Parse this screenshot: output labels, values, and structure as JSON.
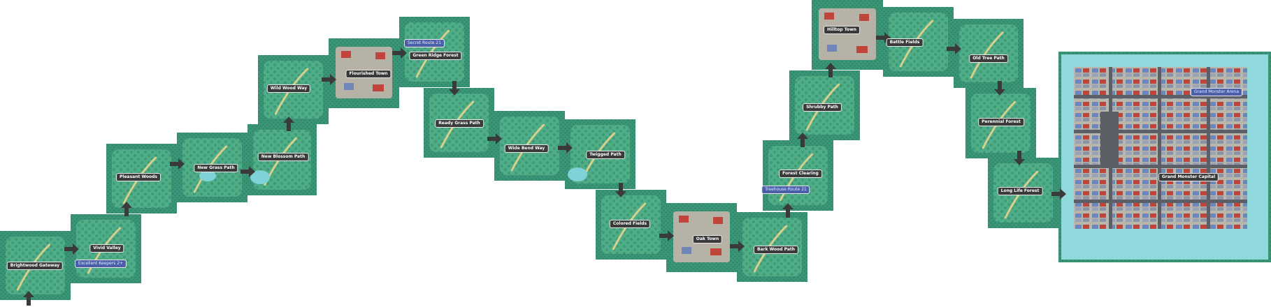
{
  "map": {
    "colors": {
      "grass": "#3d9e7d",
      "grass_dark": "#2a7d5f",
      "trees": "#2f8a6a",
      "canopy": "#56b38f",
      "path": "#d7cf8c",
      "water": "#7fd3d8",
      "sea": "#8fd8dc",
      "town_ground": "#b6b3a6",
      "road": "#5c5f66",
      "roof_red": "#c0443a",
      "roof_blue": "#6f86b8",
      "arrow": "#3a3a3a",
      "label_bg": "#3a3a3a",
      "sublabel_bg": "#4a5fa8"
    },
    "locations": [
      {
        "id": "brightwood-gateway",
        "name": "Brightwood Gateway",
        "kind": "gate"
      },
      {
        "id": "vivid-valley",
        "name": "Vivid Valley",
        "kind": "route"
      },
      {
        "id": "excellent-keeper-cave",
        "name": "Excellent Keepers 2+",
        "kind": "landmark"
      },
      {
        "id": "pleasant-woods",
        "name": "Pleasant Woods",
        "kind": "route"
      },
      {
        "id": "new-grass-path",
        "name": "New Grass Path",
        "kind": "route"
      },
      {
        "id": "new-blossom-path",
        "name": "New Blossom Path",
        "kind": "route"
      },
      {
        "id": "wild-wood-way",
        "name": "Wild Wood Way",
        "kind": "route"
      },
      {
        "id": "flourished-town",
        "name": "Flourished Town",
        "kind": "town"
      },
      {
        "id": "secret-route",
        "name": "Secret Route 21",
        "kind": "landmark"
      },
      {
        "id": "green-ridge-forest",
        "name": "Green Ridge Forest",
        "kind": "route"
      },
      {
        "id": "ready-grass-path",
        "name": "Ready Grass Path",
        "kind": "route"
      },
      {
        "id": "wide-bend-way",
        "name": "Wide Bend Way",
        "kind": "route"
      },
      {
        "id": "twigged-path",
        "name": "Twigged Path",
        "kind": "route"
      },
      {
        "id": "colored-fields",
        "name": "Colored Fields",
        "kind": "route"
      },
      {
        "id": "oak-town",
        "name": "Oak Town",
        "kind": "town"
      },
      {
        "id": "bark-wood-path",
        "name": "Bark Wood Path",
        "kind": "route"
      },
      {
        "id": "forest-clearing",
        "name": "Forest Clearing",
        "kind": "route"
      },
      {
        "id": "treehouse-route",
        "name": "Treehouse Route 21",
        "kind": "landmark"
      },
      {
        "id": "shrubby-path",
        "name": "Shrubby Path",
        "kind": "route"
      },
      {
        "id": "hilltop-town",
        "name": "Hilltop Town",
        "kind": "town"
      },
      {
        "id": "battle-fields",
        "name": "Battle Fields",
        "kind": "route"
      },
      {
        "id": "old-tree-path",
        "name": "Old Tree Path",
        "kind": "route"
      },
      {
        "id": "perennial-forest",
        "name": "Perennial Forest",
        "kind": "route"
      },
      {
        "id": "long-life-forest",
        "name": "Long Life Forest",
        "kind": "route"
      },
      {
        "id": "grand-monster-capital",
        "name": "Grand Monster Capital",
        "kind": "city"
      },
      {
        "id": "grand-monster-arena",
        "name": "Grand Monster Arena",
        "kind": "landmark"
      }
    ]
  }
}
